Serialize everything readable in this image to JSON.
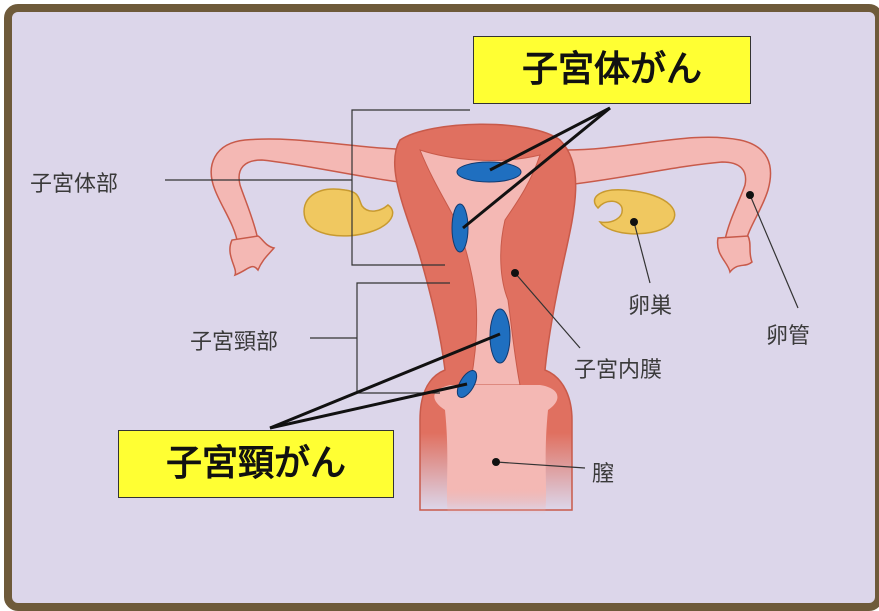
{
  "labels": {
    "uterine_body": "子宮体部",
    "cervix": "子宮頸部",
    "ovary": "卵巣",
    "fallopian_tube": "卵管",
    "endometrium": "子宮内膜",
    "vagina": "膣"
  },
  "callouts": {
    "endometrial_cancer": "子宮体がん",
    "cervical_cancer": "子宮頸がん"
  },
  "colors": {
    "frame": "#6e5a3a",
    "background": "#dcd6ea",
    "uterus_outer": "#e07060",
    "uterus_inner": "#f4b8b4",
    "ovary": "#f0c860",
    "tumor": "#1f6fc0",
    "callout_fill": "#ffff33"
  }
}
